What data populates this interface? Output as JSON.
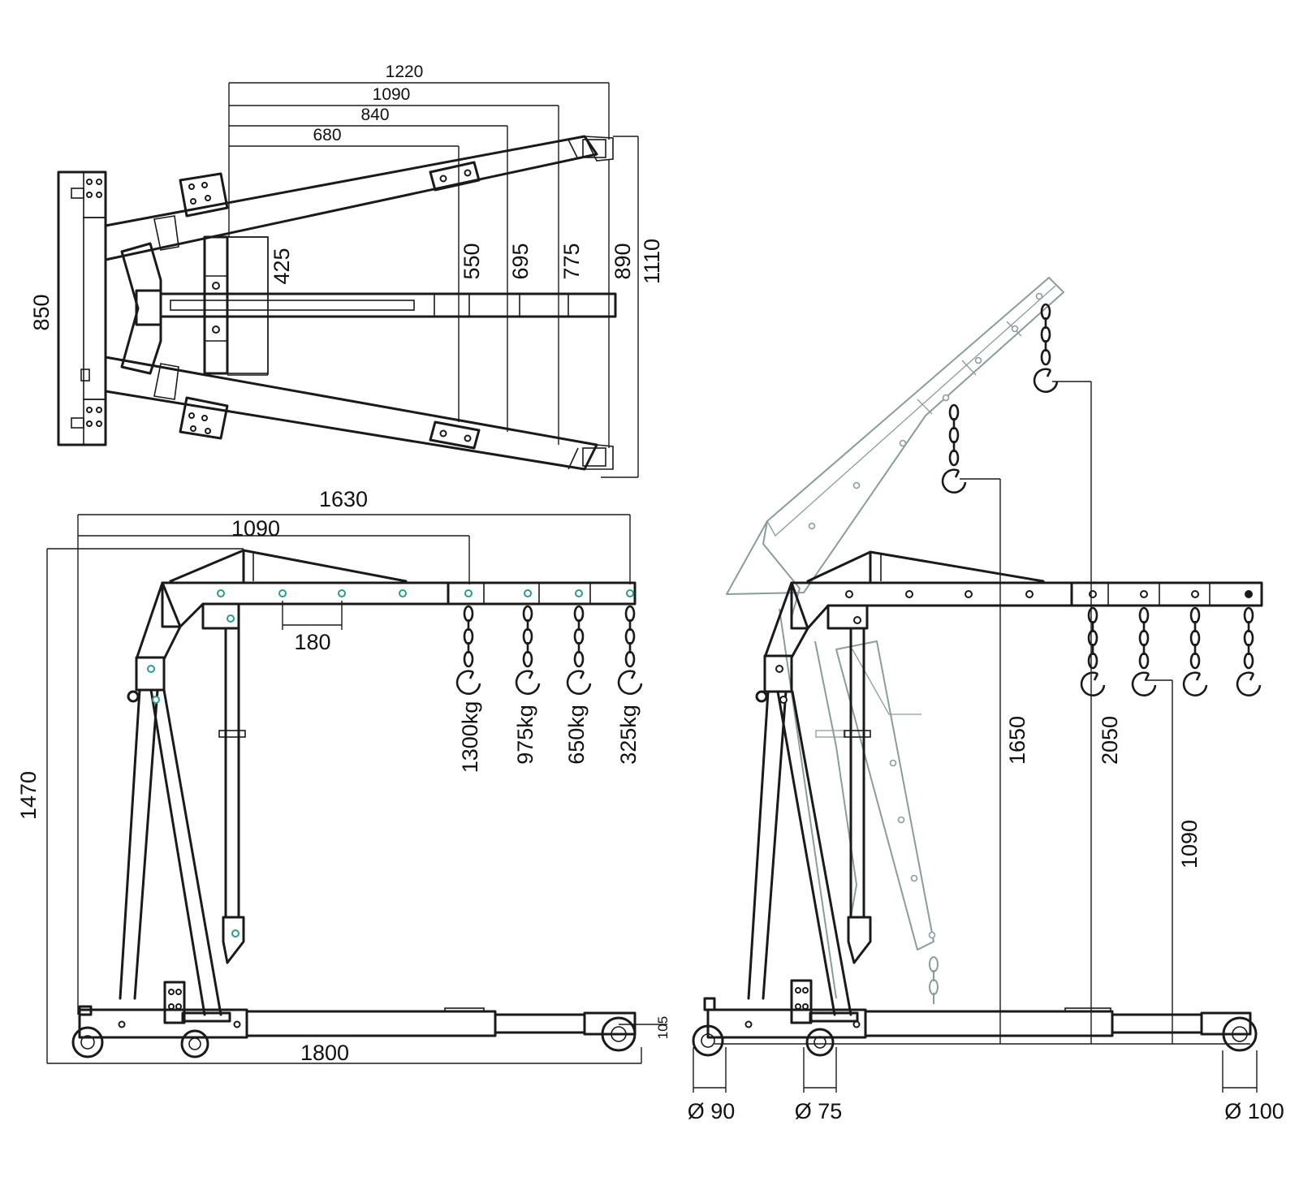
{
  "top_view": {
    "dims_horizontal": [
      "1220",
      "1090",
      "840",
      "680"
    ],
    "dims_vertical": [
      "550",
      "695",
      "775",
      "890",
      "1110"
    ],
    "dim_center": "425",
    "dim_width": "850"
  },
  "side_view": {
    "dim_boom_full": "1630",
    "dim_boom_min": "1090",
    "dim_hole_pitch": "180",
    "dim_height": "1470",
    "dim_length": "1800",
    "dim_ground": "105",
    "capacities": [
      "1300kg",
      "975kg",
      "650kg",
      "325kg"
    ]
  },
  "raised_view": {
    "dim_heights": [
      "1650",
      "2050",
      "1090"
    ],
    "wheel_diameters": [
      "Ø 90",
      "Ø 75",
      "Ø 100"
    ]
  },
  "colors": {
    "line": "#1a1a1a",
    "ghost": "#8a9c9c",
    "accent_hole": "#2a9c8c"
  }
}
